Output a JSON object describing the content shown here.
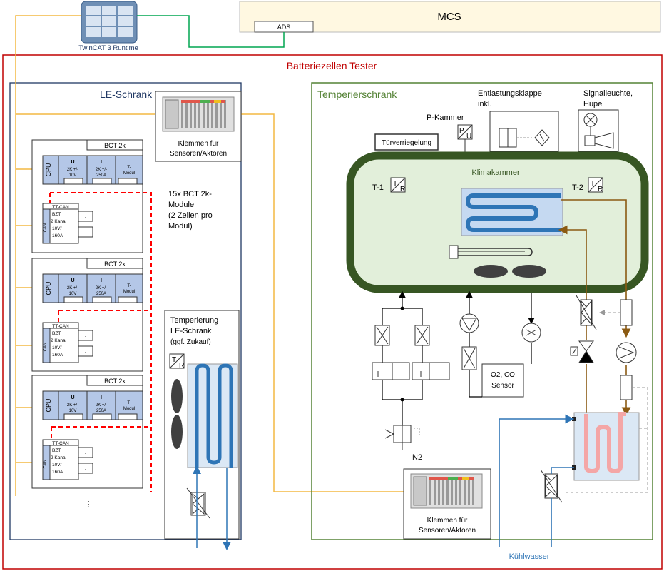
{
  "twincat": {
    "label": "TwinCAT 3 Runtime"
  },
  "mcs": {
    "title": "MCS",
    "ads_label": "ADS"
  },
  "tester": {
    "title": "Batteriezellen Tester"
  },
  "le_cabinet": {
    "title": "LE-Schrank",
    "klemmen": [
      "Klemmen für",
      "Sensoren/Aktoren"
    ],
    "bct_title": "BCT 2k",
    "cpu": "CPU",
    "u_module": [
      "U",
      "2K +/-",
      "10V"
    ],
    "i_module": [
      "I",
      "2K +/-",
      "250A"
    ],
    "t_module": [
      "T-",
      "Modul"
    ],
    "tt_can": "TT-CAN",
    "can": "CAN",
    "bzt": [
      "BZT",
      "2 Kanal",
      "10V/",
      "160A"
    ],
    "dash": "-",
    "note": [
      "15x BCT 2k-",
      "Module",
      "(2 Zellen pro",
      "Modul)"
    ],
    "ellipsis": "⋮",
    "temp_box": [
      "Temperierung",
      "LE-Schrank",
      "(ggf. Zukauf)"
    ],
    "sensor_t": "T",
    "sensor_r": "R"
  },
  "temp_cabinet": {
    "title": "Temperierschrank",
    "entlastung": [
      "Entlastungsklappe",
      "inkl."
    ],
    "signal": [
      "Signalleuchte,",
      "Hupe"
    ],
    "p_kammer": "P-Kammer",
    "p_letter": "P",
    "u_letter": "U",
    "tuer": "Türverriegelung",
    "klima": "Klimakammer",
    "t1": "T-1",
    "t2": "T-2",
    "sensor_t": "T",
    "sensor_r": "R",
    "o2co": [
      "O2, CO",
      "Sensor"
    ],
    "n2": "N2",
    "klemmen": [
      "Klemmen für",
      "Sensoren/Aktoren"
    ],
    "kuehlwasser": "Kühlwasser"
  },
  "colors": {
    "tester_border": "#c00000",
    "le_border": "#203864",
    "temp_border": "#548235",
    "klima_border": "#375623",
    "klima_fill": "#e2efda",
    "module_fill": "#b4c7e7",
    "bus_yellow": "#f4b942",
    "ads_green": "#00a651",
    "water_blue": "#2e75b6",
    "coolant_brown": "#8b5a12",
    "dashed_red": "#ff0000",
    "hot_pink": "#f4a6a6",
    "mcs_fill": "#fff8e1"
  }
}
